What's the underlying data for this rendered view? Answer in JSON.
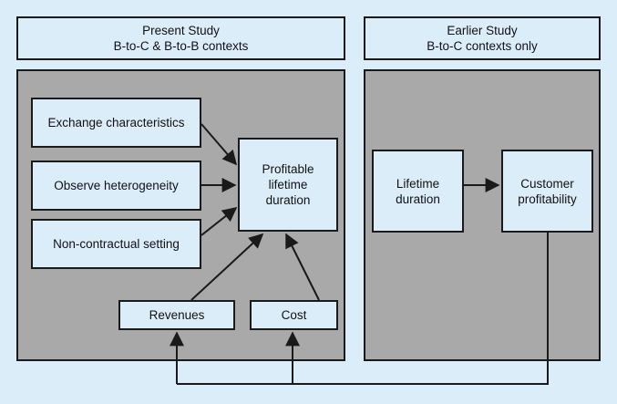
{
  "present_header": {
    "line1": "Present Study",
    "line2": "B-to-C & B-to-B contexts"
  },
  "earlier_header": {
    "line1": "Earlier Study",
    "line2": "B-to-C contexts only"
  },
  "boxes": {
    "exchange": "Exchange characteristics",
    "heterogeneity": "Observe heterogeneity",
    "noncontractual": "Non-contractual setting",
    "profitable": {
      "line1": "Profitable",
      "line2": "lifetime",
      "line3": "duration"
    },
    "revenues": "Revenues",
    "cost": "Cost",
    "lifetime": {
      "line1": "Lifetime",
      "line2": "duration"
    },
    "customer": {
      "line1": "Customer",
      "line2": "profitability"
    }
  },
  "colors": {
    "background": "#dcedfa",
    "panel": "#a9a9a9",
    "box_fill": "#dcedfa",
    "stroke": "#1a1a1a"
  }
}
